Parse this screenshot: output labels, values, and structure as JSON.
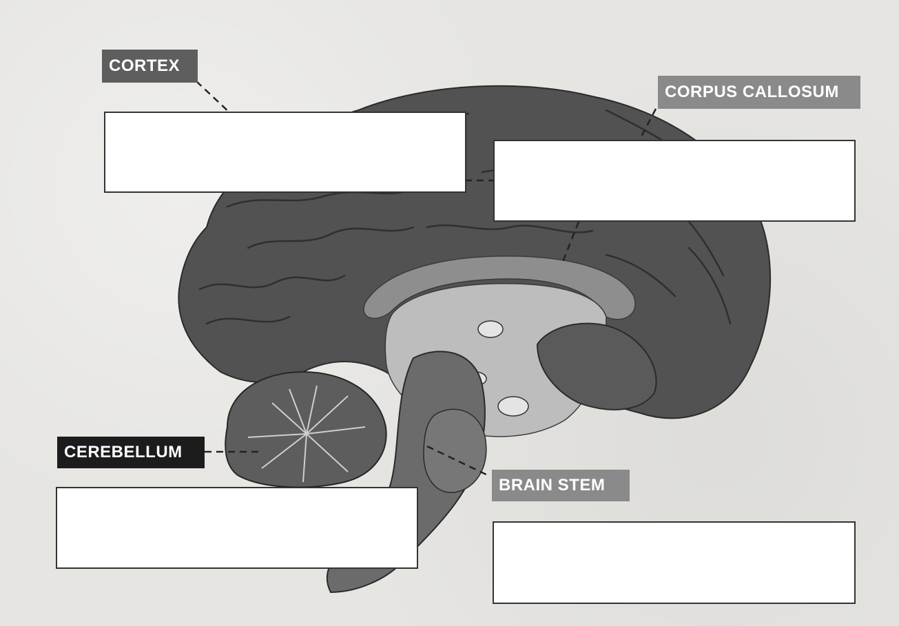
{
  "labels": {
    "cortex": "CORTEX",
    "corpus_callosum": "CORPUS CALLOSUM",
    "cerebellum": "CEREBELLUM",
    "brain_stem": "BRAIN STEM"
  },
  "colors": {
    "background": "#e6e5e2",
    "cortex_label": "#5e5e5e",
    "corpus_callosum_label": "#8a8a8a",
    "cerebellum_label": "#1c1c1c",
    "brain_stem_label": "#8a8a8a",
    "brain_dark": "#4f4f4f",
    "brain_mid": "#8b8b8b",
    "brain_light": "#c9c9c9"
  },
  "answer_boxes": [
    {
      "id": "cortex-answer",
      "value": ""
    },
    {
      "id": "corpus-callosum-answer",
      "value": ""
    },
    {
      "id": "cerebellum-answer",
      "value": ""
    },
    {
      "id": "brain-stem-answer",
      "value": ""
    }
  ]
}
